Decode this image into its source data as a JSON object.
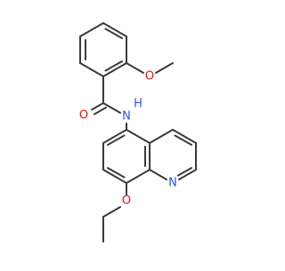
{
  "atoms": {
    "oxygen_carbonyl": {
      "label": "O",
      "color": "#ff0d0d"
    },
    "oxygen_methoxy": {
      "label": "O",
      "color": "#ff0d0d"
    },
    "nitrogen_amide": {
      "label": "N",
      "color": "#3050f8"
    },
    "hydrogen_amide": {
      "label": "H",
      "color": "#3050f8"
    },
    "nitrogen_quinoline": {
      "label": "N",
      "color": "#3050f8"
    },
    "oxygen_ethoxy": {
      "label": "O",
      "color": "#ff0d0d"
    }
  },
  "bond_color": "#3a3a3a"
}
